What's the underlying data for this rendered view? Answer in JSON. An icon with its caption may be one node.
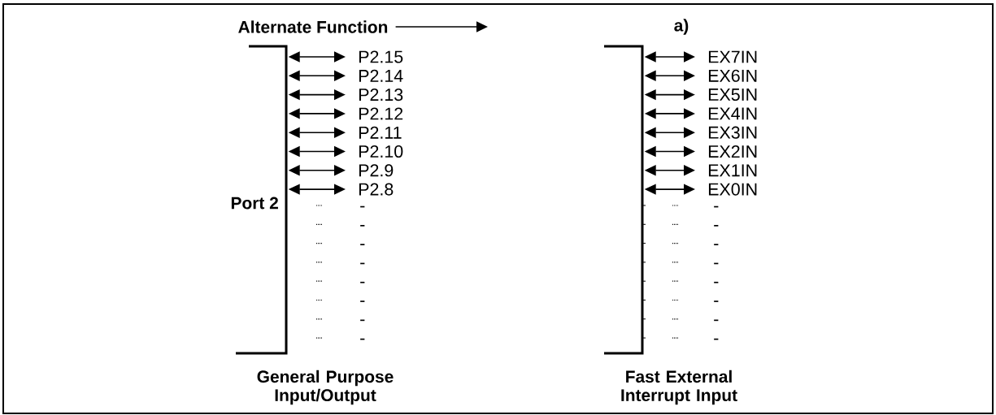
{
  "diagram": {
    "nodes": [
      {
        "text": [
          "Alternate Function"
        ]
      },
      {
        "text": [],
        "shape": "bar"
      },
      {
        "text": [
          "P2.15"
        ]
      },
      {
        "text": [
          "P2.14"
        ]
      },
      {
        "text": [
          "P2.13"
        ]
      },
      {
        "text": [
          "P2.12"
        ]
      },
      {
        "text": [
          "P2.11"
        ]
      },
      {
        "text": [
          "P2.10"
        ]
      },
      {
        "text": [
          "P2.9"
        ]
      },
      {
        "text": [
          "P2.8"
        ]
      },
      {
        "text": [],
        "shape": "bar"
      },
      {
        "text": [
          "EX7IN"
        ]
      },
      {
        "text": [
          "EX6IN"
        ]
      },
      {
        "text": [
          "EX5IN"
        ]
      },
      {
        "text": [
          "EX4IN"
        ]
      },
      {
        "text": [
          "EX3IN"
        ]
      },
      {
        "text": [
          "EX2IN"
        ]
      },
      {
        "text": [
          "EX1IN"
        ]
      },
      {
        "text": [
          "EX0IN"
        ]
      }
    ],
    "edges": [
      {
        "from": 0,
        "to": null,
        "arrow": "to"
      },
      {
        "from": 1,
        "to": 2,
        "arrow": "both"
      },
      {
        "from": 1,
        "to": 3,
        "arrow": "both"
      },
      {
        "from": 1,
        "to": 4,
        "arrow": "both"
      },
      {
        "from": 1,
        "to": 5,
        "arrow": "both"
      },
      {
        "from": 1,
        "to": 6,
        "arrow": "both"
      },
      {
        "from": 1,
        "to": 7,
        "arrow": "both"
      },
      {
        "from": 1,
        "to": 8,
        "arrow": "both"
      },
      {
        "from": 1,
        "to": 9,
        "arrow": "both"
      },
      {
        "from": 10,
        "to": 11,
        "arrow": "both"
      },
      {
        "from": 10,
        "to": 12,
        "arrow": "both"
      },
      {
        "from": 10,
        "to": 13,
        "arrow": "both"
      },
      {
        "from": 10,
        "to": 14,
        "arrow": "both"
      },
      {
        "from": 10,
        "to": 15,
        "arrow": "both"
      },
      {
        "from": 10,
        "to": 16,
        "arrow": "both"
      },
      {
        "from": 10,
        "to": 17,
        "arrow": "both"
      },
      {
        "from": 10,
        "to": 18,
        "arrow": "both"
      }
    ],
    "labels": [
      "a)",
      "Port 2",
      "-",
      "-",
      "-",
      "-",
      "-",
      "-",
      "-",
      "-",
      "-",
      "-",
      "-",
      "-",
      "-",
      "-",
      "-",
      "-",
      "General Purpose Input/Output",
      "Fast External Interrupt Input"
    ]
  }
}
